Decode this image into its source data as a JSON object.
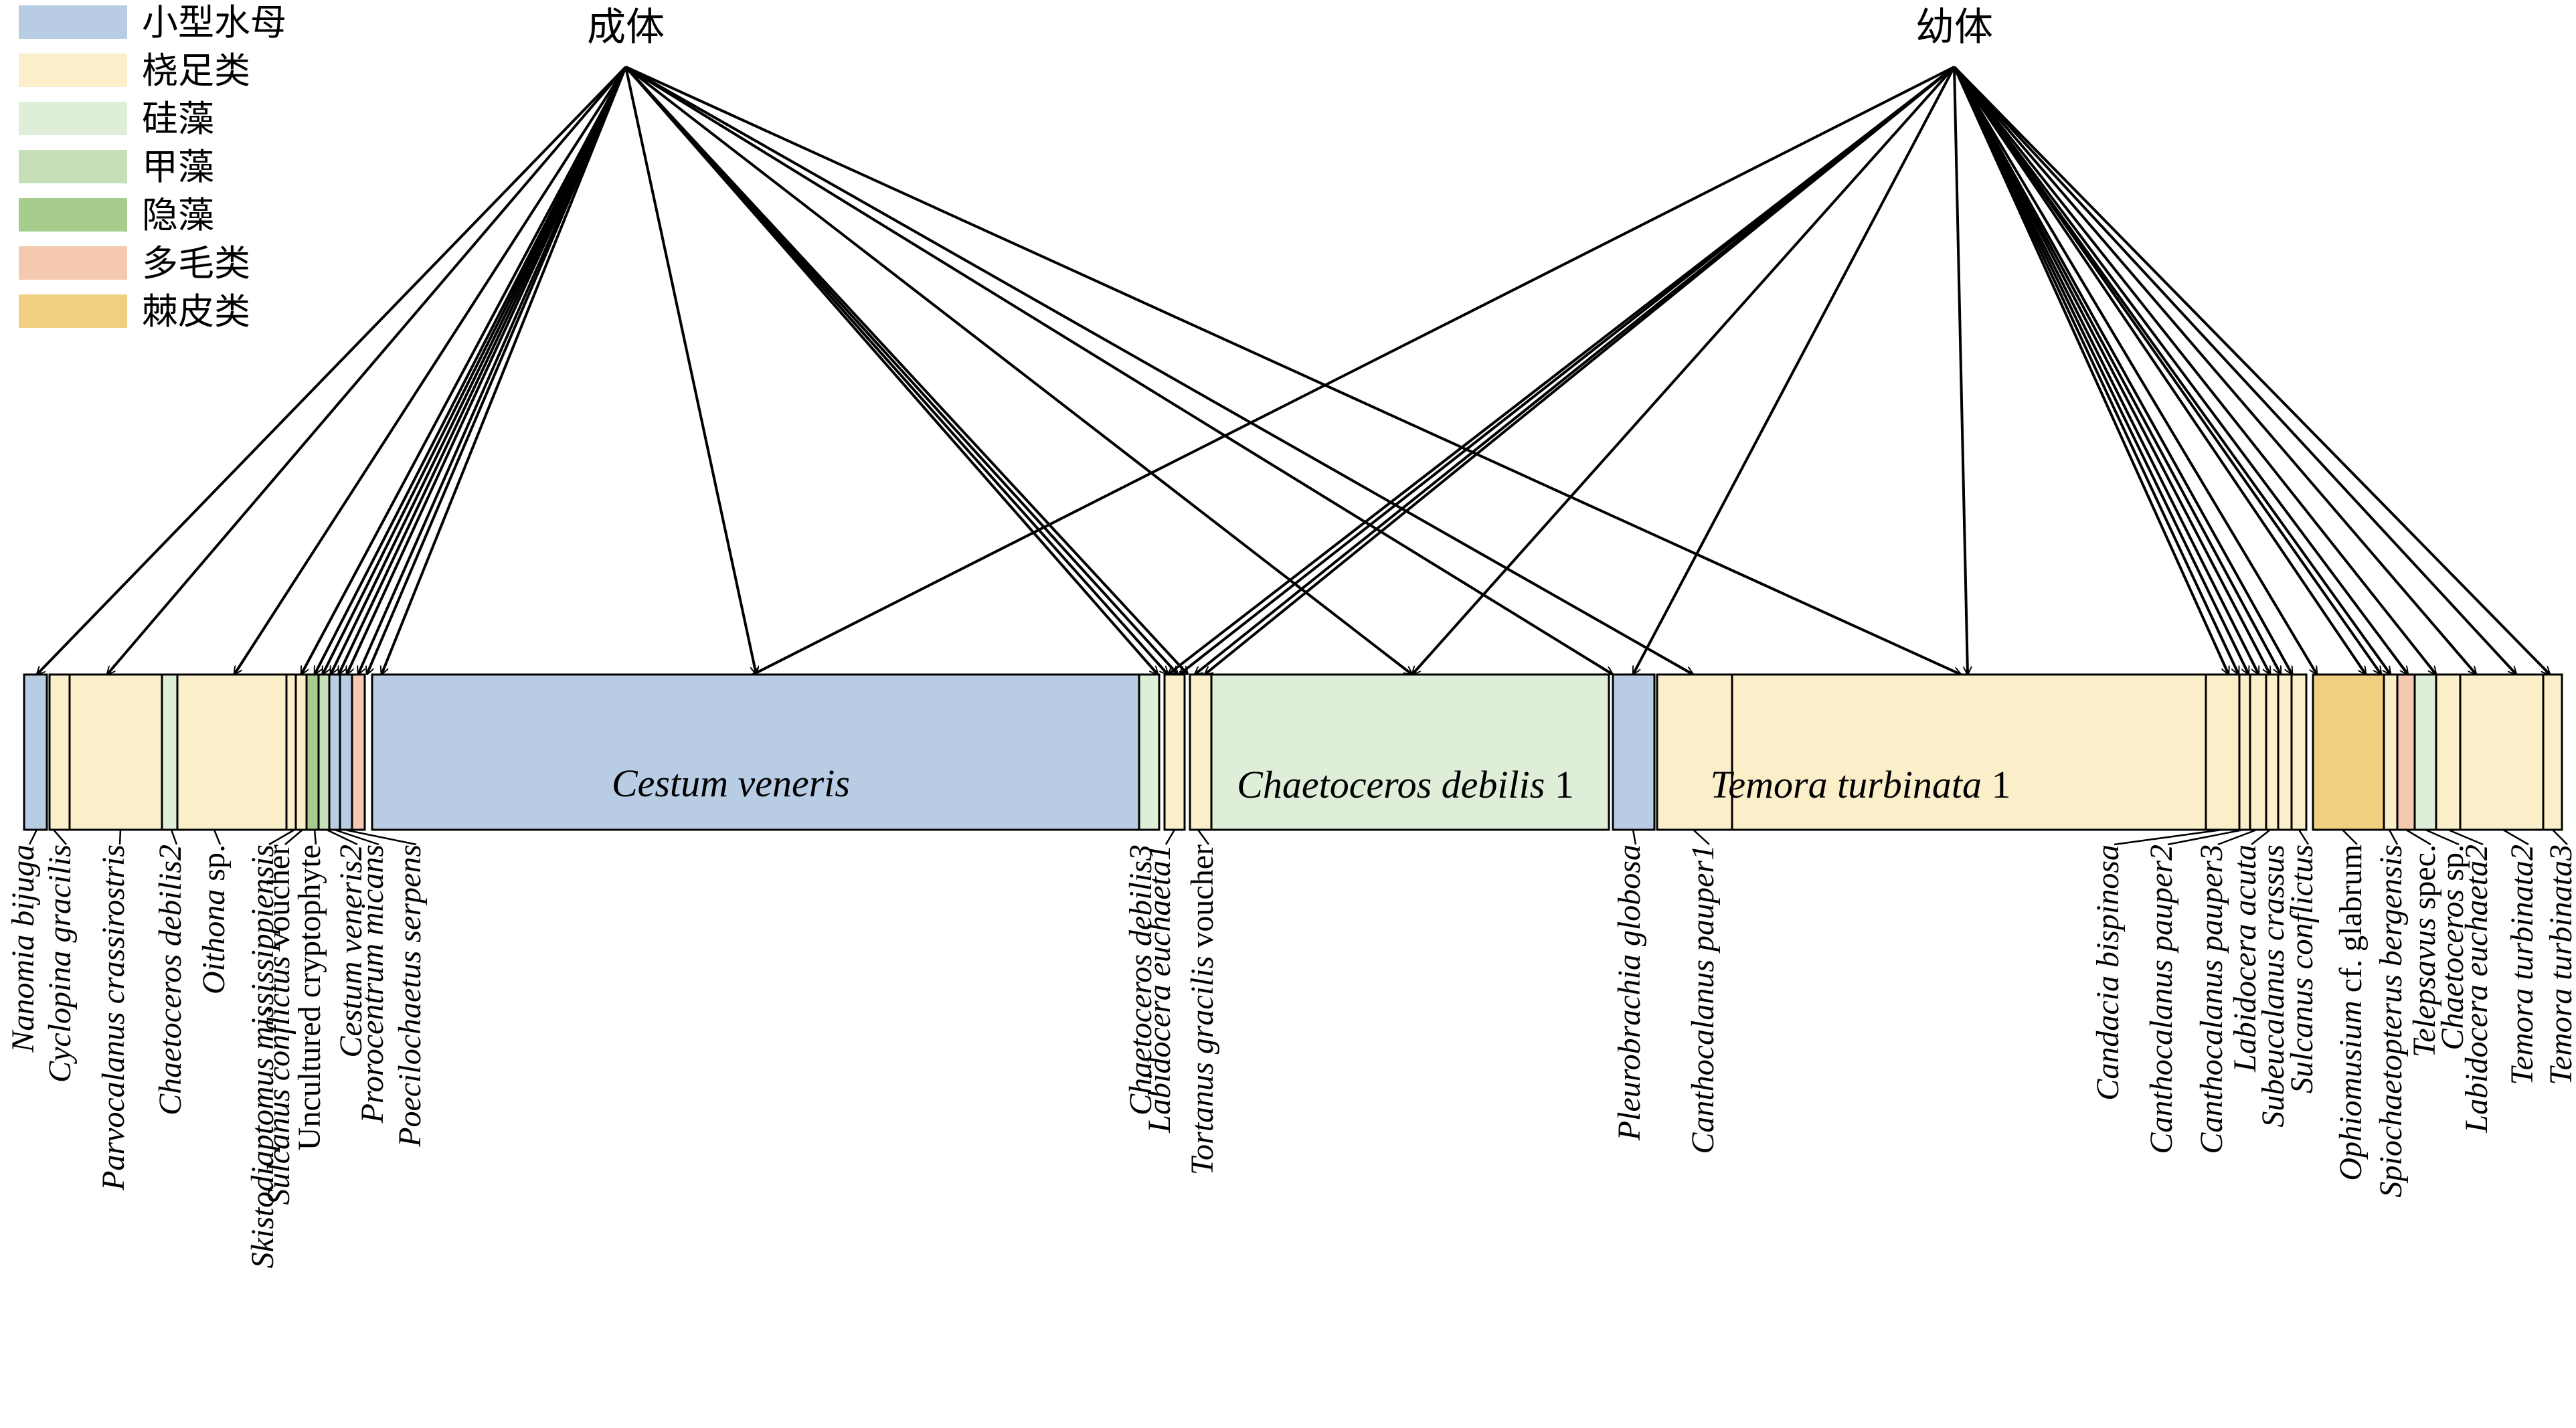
{
  "legend": [
    {
      "label": "小型水母",
      "color": "#b8cce4"
    },
    {
      "label": "桡足类",
      "color": "#fbefca"
    },
    {
      "label": "硅藻",
      "color": "#dfeed9"
    },
    {
      "label": "甲藻",
      "color": "#c6dfb8"
    },
    {
      "label": "隐藻",
      "color": "#a6cd8e"
    },
    {
      "label": "多毛类",
      "color": "#f4c9b0"
    },
    {
      "label": "棘皮类",
      "color": "#f0d080"
    }
  ],
  "groups": {
    "adult": "成体",
    "juvenile": "幼体"
  },
  "big_labels": [
    {
      "italic": "Cestum veneris",
      "suffix": ""
    },
    {
      "italic": "Chaetoceros debilis",
      "suffix": " 1"
    },
    {
      "italic": "Temora turbinata",
      "suffix": " 1"
    }
  ],
  "taxa": [
    {
      "italic": "Nanomia bijuga",
      "upright": ""
    },
    {
      "italic": "Cyclopina gracilis",
      "upright": ""
    },
    {
      "italic": "Parvocalanus crassirostris",
      "upright": ""
    },
    {
      "italic": "Chaetoceros debilis2",
      "upright": ""
    },
    {
      "italic": "Oithona",
      "upright": " sp."
    },
    {
      "italic": "Skistodiaptomus mississippiensis",
      "upright": ""
    },
    {
      "italic": "Sulcanus conflictus",
      "upright": " voucher"
    },
    {
      "italic": "",
      "upright": "Uncultured cryptophyte"
    },
    {
      "italic": "Cestum veneris2",
      "upright": ""
    },
    {
      "italic": "Prorocentrum micans",
      "upright": ""
    },
    {
      "italic": "Poecilochaetus serpens",
      "upright": ""
    },
    {
      "italic": "Chaetoceros debilis3",
      "upright": ""
    },
    {
      "italic": "Labidocera euchaeta1",
      "upright": ""
    },
    {
      "italic": "Tortanus gracilis",
      "upright": " voucher"
    },
    {
      "italic": "Pleurobrachia globosa",
      "upright": ""
    },
    {
      "italic": "Canthocalanus pauper1",
      "upright": ""
    },
    {
      "italic": "Candacia bispinosa",
      "upright": ""
    },
    {
      "italic": "Canthocalanus pauper2",
      "upright": ""
    },
    {
      "italic": "Canthocalanus pauper3",
      "upright": ""
    },
    {
      "italic": "Labidocera acuta",
      "upright": ""
    },
    {
      "italic": "Subeucalanus crassus",
      "upright": ""
    },
    {
      "italic": "Sulcanus conflictus",
      "upright": ""
    },
    {
      "italic": "Ophiomusium",
      "upright": " cf. glabrum"
    },
    {
      "italic": "Spiochaetopterus bergensis",
      "upright": ""
    },
    {
      "italic": "Telepsavus",
      "upright": " spec."
    },
    {
      "italic": "Chaetoceros",
      "upright": " sp."
    },
    {
      "italic": "Labidocera euchaeta2",
      "upright": ""
    },
    {
      "italic": "Temora turbinata2",
      "upright": ""
    },
    {
      "italic": "Temora turbinata3",
      "upright": ""
    }
  ]
}
